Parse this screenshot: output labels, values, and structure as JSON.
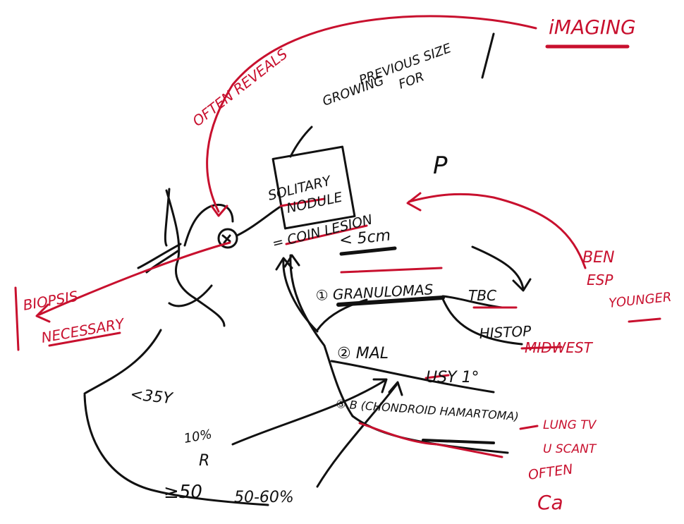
{
  "colors": {
    "ink": "#111111",
    "accent": "#c8102e"
  },
  "labels": {
    "imaging": "iMAGING",
    "often_reveals": "OFTEN REVEALS",
    "growing_1": "GROWING",
    "growing_2": "PREVIOUS SIZE",
    "growing_3": "FOR",
    "solitary": "SOLITARY",
    "nodule": "NODULE",
    "coin_lesion": "= COIN LESION",
    "lt5cm": "< 5cm",
    "p": "P",
    "biopsis": "BIOPSIS",
    "necessary": "NECESSARY",
    "ben_1": "BEN",
    "ben_2": "ESP",
    "ben_3": "YOUNGER",
    "item1": "① GRANULOMAS",
    "tbc": "TBC",
    "histop": "HISTOP",
    "midwest": "MIDWEST",
    "item2": "② MAL",
    "usy": "USY 1°",
    "item3": "③ B (CHONDROID HAMARTOMA)",
    "lung_tv": "LUNG TV",
    "scant": "U SCANT",
    "often": "OFTEN",
    "ca": "Ca",
    "lt35y": "<35Y",
    "pct10": "10%",
    "r": "R",
    "ge50": "≥50",
    "pct5060": "50-60%"
  }
}
